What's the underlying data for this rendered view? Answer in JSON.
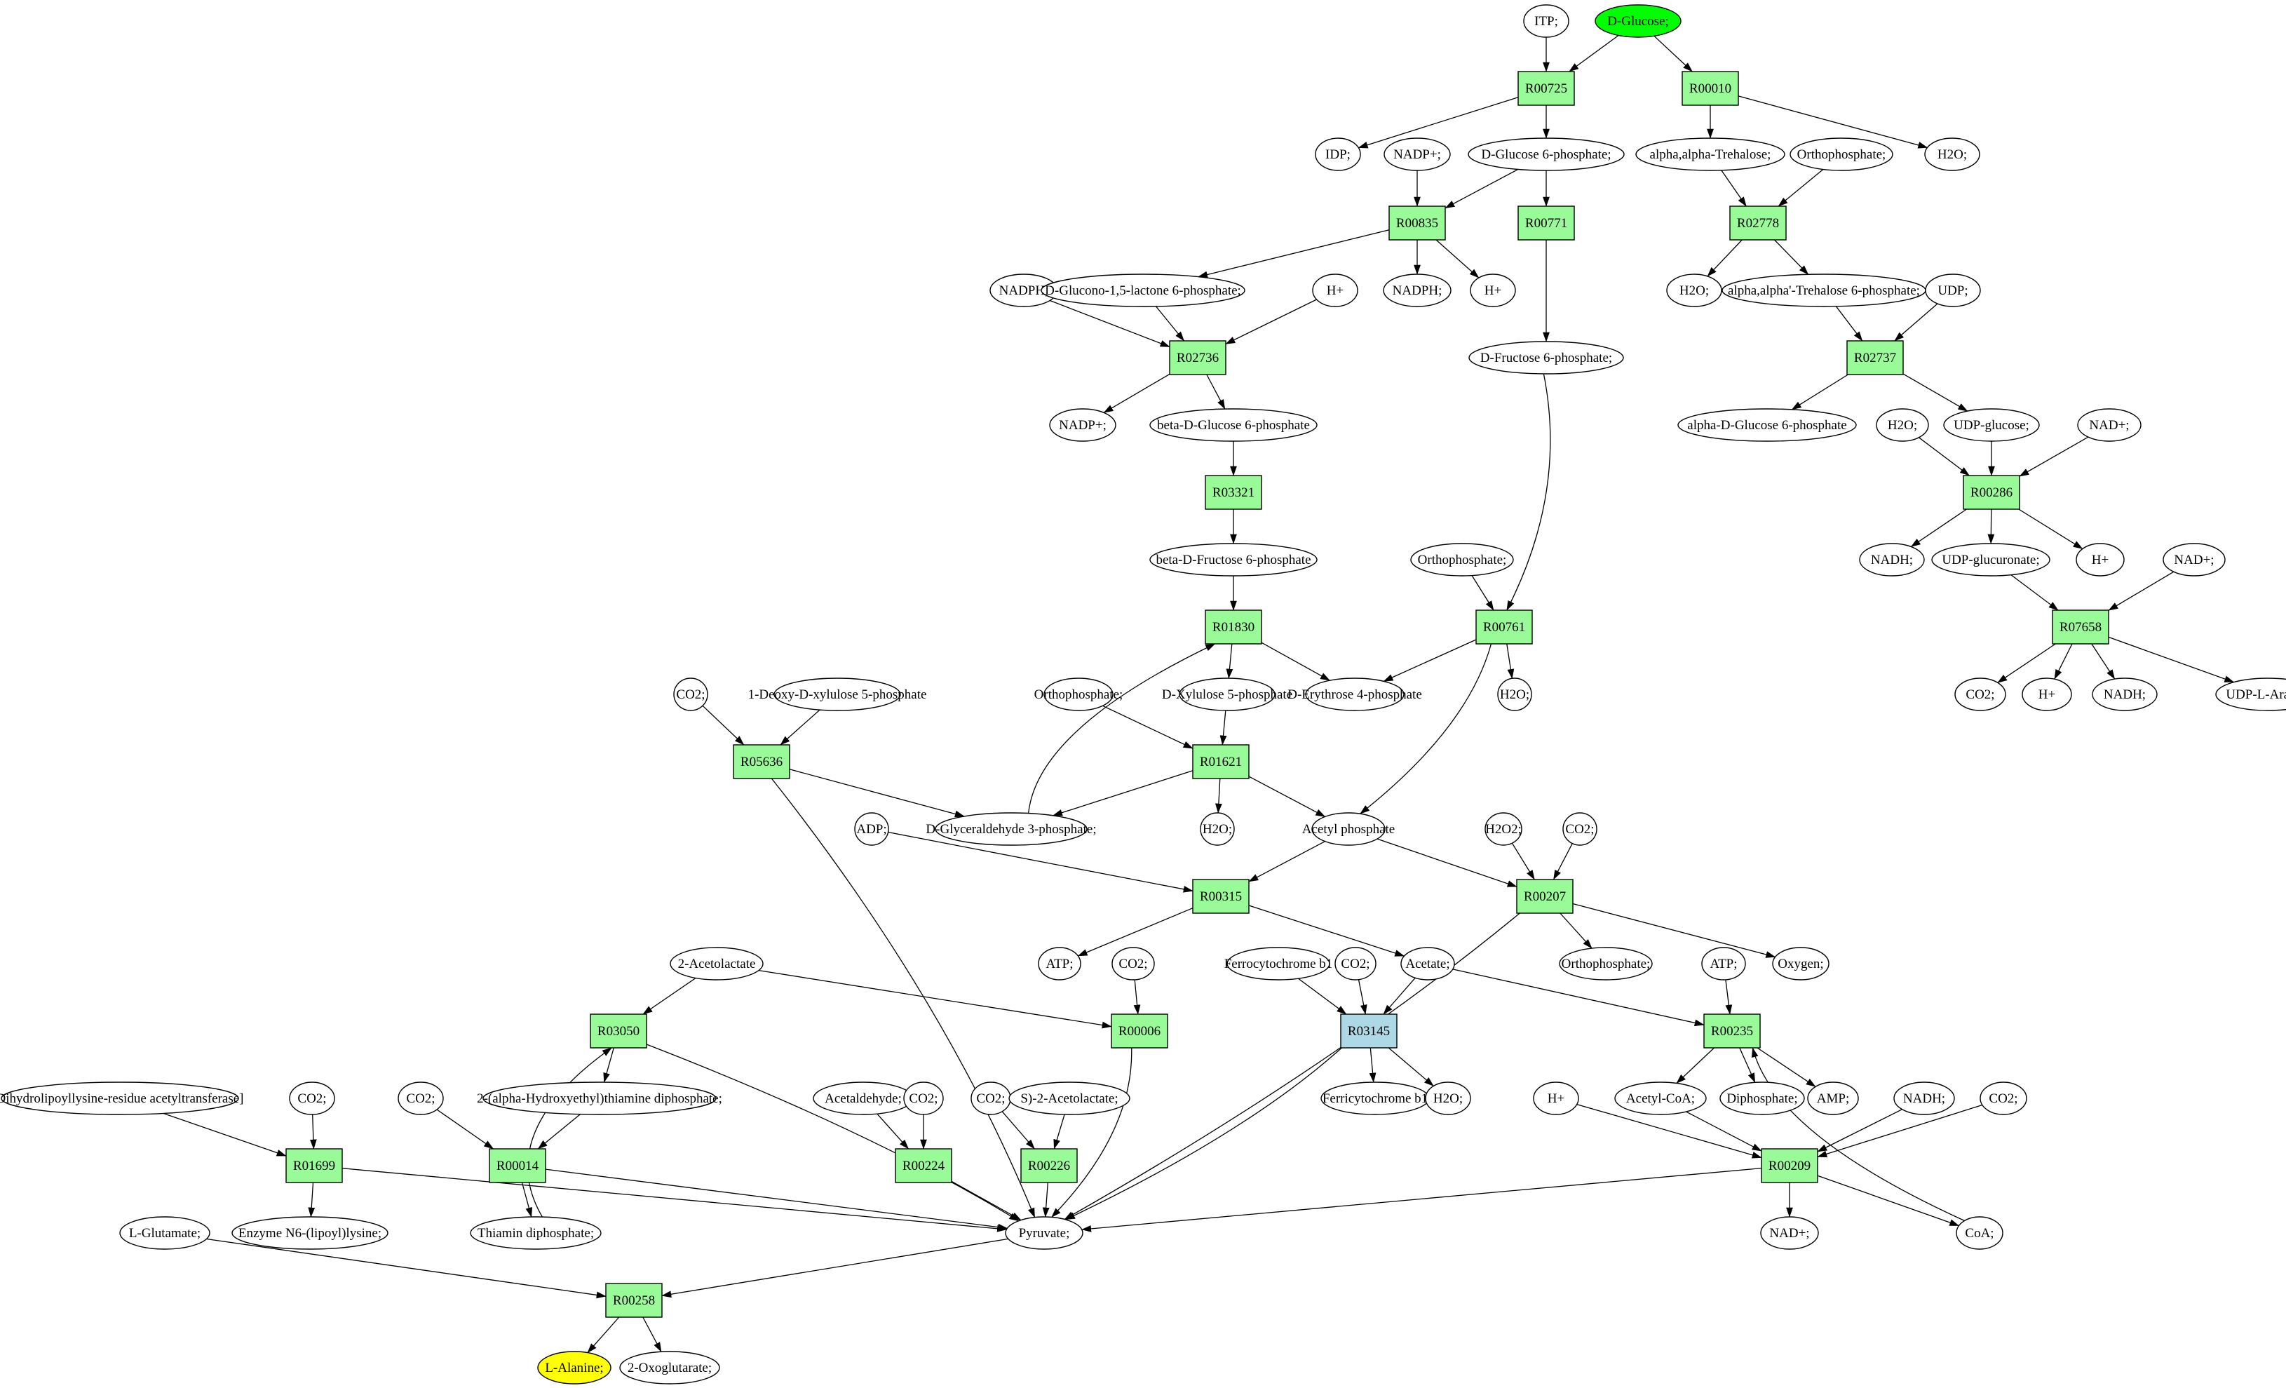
{
  "title": "Metabolic pathway graph: D-Glucose to L-Alanine",
  "colors": {
    "reaction": "#98fb98",
    "reaction_highlight": "#add8e6",
    "start_compound": "#00ff00",
    "target_compound": "#ffff00",
    "compound": "#ffffff",
    "stroke": "#000000"
  },
  "nodes": [
    {
      "id": "c_itp",
      "label": "ITP;",
      "type": "compound"
    },
    {
      "id": "c_glucose",
      "label": "D-Glucose;",
      "type": "compound",
      "role": "start"
    },
    {
      "id": "R00725",
      "label": "R00725",
      "type": "reaction"
    },
    {
      "id": "R00010",
      "label": "R00010",
      "type": "reaction"
    },
    {
      "id": "c_idp",
      "label": "IDP;",
      "type": "compound"
    },
    {
      "id": "c_nadp1",
      "label": "NADP+;",
      "type": "compound"
    },
    {
      "id": "c_g6p",
      "label": "D-Glucose 6-phosphate;",
      "type": "compound"
    },
    {
      "id": "c_trehalose",
      "label": "alpha,alpha-Trehalose;",
      "type": "compound"
    },
    {
      "id": "c_pi1",
      "label": "Orthophosphate;",
      "type": "compound"
    },
    {
      "id": "c_h2o_top",
      "label": "H2O;",
      "type": "compound"
    },
    {
      "id": "R00835",
      "label": "R00835",
      "type": "reaction"
    },
    {
      "id": "R00771",
      "label": "R00771",
      "type": "reaction"
    },
    {
      "id": "R02778",
      "label": "R02778",
      "type": "reaction"
    },
    {
      "id": "c_nadph1",
      "label": "NADPH;",
      "type": "compound"
    },
    {
      "id": "c_gl6p",
      "label": "D-Glucono-1,5-lactone 6-phosphate;",
      "type": "compound"
    },
    {
      "id": "c_h1",
      "label": "H+",
      "type": "compound"
    },
    {
      "id": "c_nadph2",
      "label": "NADPH;",
      "type": "compound"
    },
    {
      "id": "c_h2",
      "label": "H+",
      "type": "compound"
    },
    {
      "id": "c_h2o_2",
      "label": "H2O;",
      "type": "compound"
    },
    {
      "id": "c_t6p",
      "label": "alpha,alpha'-Trehalose 6-phosphate;",
      "type": "compound"
    },
    {
      "id": "c_udp",
      "label": "UDP;",
      "type": "compound"
    },
    {
      "id": "R02736",
      "label": "R02736",
      "type": "reaction"
    },
    {
      "id": "c_f6p",
      "label": "D-Fructose 6-phosphate;",
      "type": "compound"
    },
    {
      "id": "R02737",
      "label": "R02737",
      "type": "reaction"
    },
    {
      "id": "c_nadp2",
      "label": "NADP+;",
      "type": "compound"
    },
    {
      "id": "c_bg6p",
      "label": "beta-D-Glucose 6-phosphate",
      "type": "compound"
    },
    {
      "id": "c_ag6p",
      "label": "alpha-D-Glucose 6-phosphate",
      "type": "compound"
    },
    {
      "id": "c_h2o_3",
      "label": "H2O;",
      "type": "compound"
    },
    {
      "id": "c_udpglc",
      "label": "UDP-glucose;",
      "type": "compound"
    },
    {
      "id": "c_nad1",
      "label": "NAD+;",
      "type": "compound"
    },
    {
      "id": "R03321",
      "label": "R03321",
      "type": "reaction"
    },
    {
      "id": "R00286",
      "label": "R00286",
      "type": "reaction"
    },
    {
      "id": "c_bf6p",
      "label": "beta-D-Fructose 6-phosphate",
      "type": "compound"
    },
    {
      "id": "c_pi2",
      "label": "Orthophosphate;",
      "type": "compound"
    },
    {
      "id": "c_nadh1",
      "label": "NADH;",
      "type": "compound"
    },
    {
      "id": "c_udpglcA",
      "label": "UDP-glucuronate;",
      "type": "compound"
    },
    {
      "id": "c_h3",
      "label": "H+",
      "type": "compound"
    },
    {
      "id": "c_nad2",
      "label": "NAD+;",
      "type": "compound"
    },
    {
      "id": "R01830",
      "label": "R01830",
      "type": "reaction"
    },
    {
      "id": "R00761",
      "label": "R00761",
      "type": "reaction"
    },
    {
      "id": "R07658",
      "label": "R07658",
      "type": "reaction"
    },
    {
      "id": "c_co2_a",
      "label": "CO2;",
      "type": "compound"
    },
    {
      "id": "c_dxp",
      "label": "1-Deoxy-D-xylulose 5-phosphate",
      "type": "compound"
    },
    {
      "id": "c_pi3",
      "label": "Orthophosphate;",
      "type": "compound"
    },
    {
      "id": "c_x5p",
      "label": "D-Xylulose 5-phosphate",
      "type": "compound"
    },
    {
      "id": "c_e4p",
      "label": "D-Erythrose 4-phosphate",
      "type": "compound"
    },
    {
      "id": "c_h2o_4",
      "label": "H2O;",
      "type": "compound"
    },
    {
      "id": "c_co2_b",
      "label": "CO2;",
      "type": "compound"
    },
    {
      "id": "c_h4",
      "label": "H+",
      "type": "compound"
    },
    {
      "id": "c_nadh2",
      "label": "NADH;",
      "type": "compound"
    },
    {
      "id": "c_udpara",
      "label": "UDP-L-Ara4O;",
      "type": "compound"
    },
    {
      "id": "R05636",
      "label": "R05636",
      "type": "reaction"
    },
    {
      "id": "R01621",
      "label": "R01621",
      "type": "reaction"
    },
    {
      "id": "c_adp",
      "label": "ADP;",
      "type": "compound"
    },
    {
      "id": "c_gap",
      "label": "D-Glyceraldehyde 3-phosphate;",
      "type": "compound"
    },
    {
      "id": "c_h2o_5",
      "label": "H2O;",
      "type": "compound"
    },
    {
      "id": "c_acp",
      "label": "Acetyl phosphate",
      "type": "compound"
    },
    {
      "id": "c_h2o2",
      "label": "H2O2;",
      "type": "compound"
    },
    {
      "id": "c_co2_c",
      "label": "CO2;",
      "type": "compound"
    },
    {
      "id": "R00315",
      "label": "R00315",
      "type": "reaction"
    },
    {
      "id": "R00207",
      "label": "R00207",
      "type": "reaction"
    },
    {
      "id": "c_acetolactate",
      "label": "2-Acetolactate",
      "type": "compound"
    },
    {
      "id": "c_atp1",
      "label": "ATP;",
      "type": "compound"
    },
    {
      "id": "c_co2_d",
      "label": "CO2;",
      "type": "compound"
    },
    {
      "id": "c_ferrocyt",
      "label": "Ferrocytochrome b1",
      "type": "compound"
    },
    {
      "id": "c_co2_e",
      "label": "CO2;",
      "type": "compound"
    },
    {
      "id": "c_acetate",
      "label": "Acetate;",
      "type": "compound"
    },
    {
      "id": "c_pi4",
      "label": "Orthophosphate;",
      "type": "compound"
    },
    {
      "id": "c_atp2",
      "label": "ATP;",
      "type": "compound"
    },
    {
      "id": "c_oxygen",
      "label": "Oxygen;",
      "type": "compound"
    },
    {
      "id": "R03050",
      "label": "R03050",
      "type": "reaction"
    },
    {
      "id": "R00006",
      "label": "R00006",
      "type": "reaction"
    },
    {
      "id": "R03145",
      "label": "R03145",
      "type": "reaction",
      "highlight": true
    },
    {
      "id": "R00235",
      "label": "R00235",
      "type": "reaction"
    },
    {
      "id": "c_dlat",
      "label": "Dihydrolipoyllysine-residue acetyltransferase]",
      "type": "compound"
    },
    {
      "id": "c_co2_f",
      "label": "CO2;",
      "type": "compound"
    },
    {
      "id": "c_co2_g",
      "label": "CO2;",
      "type": "compound"
    },
    {
      "id": "c_hetpp",
      "label": "2-(alpha-Hydroxyethyl)thiamine diphosphate;",
      "type": "compound"
    },
    {
      "id": "c_acetald",
      "label": "Acetaldehyde;",
      "type": "compound"
    },
    {
      "id": "c_co2_h",
      "label": "CO2;",
      "type": "compound"
    },
    {
      "id": "c_co2_i",
      "label": "CO2;",
      "type": "compound"
    },
    {
      "id": "c_sacetolactate",
      "label": "S)-2-Acetolactate;",
      "type": "compound"
    },
    {
      "id": "c_ferricyt",
      "label": "Ferricytochrome b1",
      "type": "compound"
    },
    {
      "id": "c_h2o_6",
      "label": "H2O;",
      "type": "compound"
    },
    {
      "id": "c_h5",
      "label": "H+",
      "type": "compound"
    },
    {
      "id": "c_accoa",
      "label": "Acetyl-CoA;",
      "type": "compound"
    },
    {
      "id": "c_ppi",
      "label": "Diphosphate;",
      "type": "compound"
    },
    {
      "id": "c_amp",
      "label": "AMP;",
      "type": "compound"
    },
    {
      "id": "c_nadh3",
      "label": "NADH;",
      "type": "compound"
    },
    {
      "id": "c_co2_j",
      "label": "CO2;",
      "type": "compound"
    },
    {
      "id": "R01699",
      "label": "R01699",
      "type": "reaction"
    },
    {
      "id": "R00014",
      "label": "R00014",
      "type": "reaction"
    },
    {
      "id": "R00224",
      "label": "R00224",
      "type": "reaction"
    },
    {
      "id": "R00226",
      "label": "R00226",
      "type": "reaction"
    },
    {
      "id": "R00209",
      "label": "R00209",
      "type": "reaction"
    },
    {
      "id": "c_glutamate",
      "label": "L-Glutamate;",
      "type": "compound"
    },
    {
      "id": "c_lipoyl",
      "label": "Enzyme N6-(lipoyl)lysine;",
      "type": "compound"
    },
    {
      "id": "c_tpp",
      "label": "Thiamin diphosphate;",
      "type": "compound"
    },
    {
      "id": "c_pyruvate",
      "label": "Pyruvate;",
      "type": "compound"
    },
    {
      "id": "c_nad3",
      "label": "NAD+;",
      "type": "compound"
    },
    {
      "id": "c_coa",
      "label": "CoA;",
      "type": "compound"
    },
    {
      "id": "R00258",
      "label": "R00258",
      "type": "reaction"
    },
    {
      "id": "c_alanine",
      "label": "L-Alanine;",
      "type": "compound",
      "role": "target"
    },
    {
      "id": "c_oxoglutarate",
      "label": "2-Oxoglutarate;",
      "type": "compound"
    }
  ],
  "edges": [
    [
      "c_itp",
      "R00725"
    ],
    [
      "c_glucose",
      "R00725"
    ],
    [
      "c_glucose",
      "R00010"
    ],
    [
      "R00725",
      "c_idp"
    ],
    [
      "R00725",
      "c_g6p"
    ],
    [
      "R00010",
      "c_trehalose"
    ],
    [
      "R00010",
      "c_h2o_top"
    ],
    [
      "c_nadp1",
      "R00835"
    ],
    [
      "c_g6p",
      "R00835"
    ],
    [
      "c_g6p",
      "R00771"
    ],
    [
      "c_trehalose",
      "R02778"
    ],
    [
      "c_pi1",
      "R02778"
    ],
    [
      "R00835",
      "c_gl6p"
    ],
    [
      "R00835",
      "c_nadph2"
    ],
    [
      "R00835",
      "c_h2"
    ],
    [
      "R02778",
      "c_h2o_2"
    ],
    [
      "R02778",
      "c_t6p"
    ],
    [
      "c_nadph1",
      "R02736"
    ],
    [
      "c_gl6p",
      "R02736"
    ],
    [
      "c_h1",
      "R02736"
    ],
    [
      "R00771",
      "c_f6p"
    ],
    [
      "c_t6p",
      "R02737"
    ],
    [
      "c_udp",
      "R02737"
    ],
    [
      "R02736",
      "c_nadp2"
    ],
    [
      "R02736",
      "c_bg6p"
    ],
    [
      "R02737",
      "c_ag6p"
    ],
    [
      "R02737",
      "c_udpglc"
    ],
    [
      "c_h2o_3",
      "R00286"
    ],
    [
      "c_udpglc",
      "R00286"
    ],
    [
      "c_nad1",
      "R00286"
    ],
    [
      "c_bg6p",
      "R03321"
    ],
    [
      "R03321",
      "c_bf6p"
    ],
    [
      "R00286",
      "c_nadh1"
    ],
    [
      "R00286",
      "c_udpglcA"
    ],
    [
      "R00286",
      "c_h3"
    ],
    [
      "c_udpglcA",
      "R07658"
    ],
    [
      "c_nad2",
      "R07658"
    ],
    [
      "c_bf6p",
      "R01830"
    ],
    [
      "c_pi2",
      "R00761"
    ],
    [
      "c_f6p",
      "R00761"
    ],
    [
      "R07658",
      "c_co2_b"
    ],
    [
      "R07658",
      "c_h4"
    ],
    [
      "R07658",
      "c_nadh2"
    ],
    [
      "R07658",
      "c_udpara"
    ],
    [
      "R01830",
      "c_x5p"
    ],
    [
      "R01830",
      "c_e4p"
    ],
    [
      "c_gap",
      "R01830"
    ],
    [
      "R00761",
      "c_e4p"
    ],
    [
      "R00761",
      "c_h2o_4"
    ],
    [
      "R00761",
      "c_acp"
    ],
    [
      "c_co2_a",
      "R05636"
    ],
    [
      "c_dxp",
      "R05636"
    ],
    [
      "c_pi3",
      "R01621"
    ],
    [
      "c_x5p",
      "R01621"
    ],
    [
      "R05636",
      "c_gap"
    ],
    [
      "R05636",
      "c_pyruvate"
    ],
    [
      "R01621",
      "c_gap"
    ],
    [
      "R01621",
      "c_h2o_5"
    ],
    [
      "R01621",
      "c_acp"
    ],
    [
      "c_adp",
      "R00315"
    ],
    [
      "c_acp",
      "R00315"
    ],
    [
      "c_acp",
      "R00207"
    ],
    [
      "c_h2o2",
      "R00207"
    ],
    [
      "c_co2_c",
      "R00207"
    ],
    [
      "R00315",
      "c_atp1"
    ],
    [
      "R00315",
      "c_acetate"
    ],
    [
      "R00207",
      "c_pi4"
    ],
    [
      "R00207",
      "c_oxygen"
    ],
    [
      "R00207",
      "c_pyruvate"
    ],
    [
      "c_acetolactate",
      "R03050"
    ],
    [
      "c_acetolactate",
      "R00006"
    ],
    [
      "c_co2_d",
      "R00006"
    ],
    [
      "c_ferrocyt",
      "R03145"
    ],
    [
      "c_co2_e",
      "R03145"
    ],
    [
      "c_acetate",
      "R03145"
    ],
    [
      "c_acetate",
      "R00235"
    ],
    [
      "c_atp2",
      "R00235"
    ],
    [
      "c_coa",
      "R00235"
    ],
    [
      "R03050",
      "c_hetpp"
    ],
    [
      "R03050",
      "c_pyruvate"
    ],
    [
      "c_tpp",
      "R03050"
    ],
    [
      "R00006",
      "c_pyruvate"
    ],
    [
      "R03145",
      "c_ferricyt"
    ],
    [
      "R03145",
      "c_h2o_6"
    ],
    [
      "R03145",
      "c_pyruvate"
    ],
    [
      "R00235",
      "c_accoa"
    ],
    [
      "R00235",
      "c_ppi"
    ],
    [
      "R00235",
      "c_amp"
    ],
    [
      "c_dlat",
      "R01699"
    ],
    [
      "c_co2_f",
      "R01699"
    ],
    [
      "c_co2_g",
      "R00014"
    ],
    [
      "c_hetpp",
      "R00014"
    ],
    [
      "c_acetald",
      "R00224"
    ],
    [
      "c_co2_h",
      "R00224"
    ],
    [
      "c_co2_i",
      "R00226"
    ],
    [
      "c_sacetolactate",
      "R00226"
    ],
    [
      "c_h5",
      "R00209"
    ],
    [
      "c_accoa",
      "R00209"
    ],
    [
      "c_nadh3",
      "R00209"
    ],
    [
      "c_co2_j",
      "R00209"
    ],
    [
      "R01699",
      "c_lipoyl"
    ],
    [
      "R01699",
      "c_pyruvate"
    ],
    [
      "R00014",
      "c_tpp"
    ],
    [
      "R00014",
      "c_pyruvate"
    ],
    [
      "R00224",
      "c_pyruvate"
    ],
    [
      "R00226",
      "c_pyruvate"
    ],
    [
      "R00209",
      "c_nad3"
    ],
    [
      "R00209",
      "c_coa"
    ],
    [
      "R00209",
      "c_pyruvate"
    ],
    [
      "c_glutamate",
      "R00258"
    ],
    [
      "c_pyruvate",
      "R00258"
    ],
    [
      "R00258",
      "c_alanine"
    ],
    [
      "R00258",
      "c_oxoglutarate"
    ]
  ]
}
